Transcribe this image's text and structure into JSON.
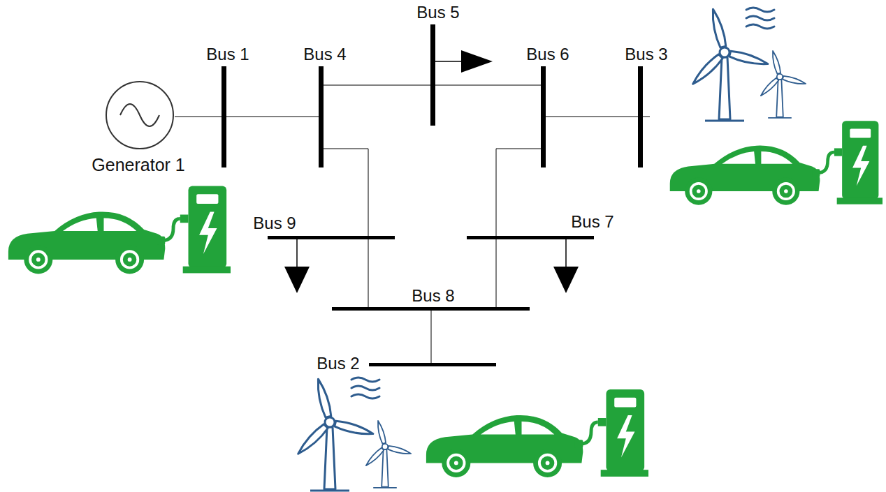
{
  "diagram": {
    "nodes": [
      {
        "text": [
          "Generator 1"
        ]
      },
      {
        "text": [
          "Bus 1"
        ]
      },
      {
        "text": [
          "Bus 4"
        ]
      },
      {
        "text": [
          "Bus 5"
        ]
      },
      {
        "text": [
          "Bus 6"
        ]
      },
      {
        "text": [
          "Bus 3"
        ]
      },
      {
        "text": [
          "Bus 9"
        ]
      },
      {
        "text": [
          "Bus 7"
        ]
      },
      {
        "text": [
          "Bus 8"
        ]
      },
      {
        "text": [
          "Bus 2"
        ]
      }
    ],
    "edges": [
      {
        "from": 0,
        "to": 1,
        "arrow": "none"
      },
      {
        "from": 1,
        "to": 2,
        "arrow": "none"
      },
      {
        "from": 2,
        "to": 3,
        "arrow": "none"
      },
      {
        "from": 3,
        "to": 4,
        "arrow": "none"
      },
      {
        "from": 4,
        "to": 5,
        "arrow": "none"
      },
      {
        "from": 2,
        "to": 6,
        "arrow": "none"
      },
      {
        "from": 6,
        "to": 8,
        "arrow": "none"
      },
      {
        "from": 4,
        "to": 7,
        "arrow": "none"
      },
      {
        "from": 7,
        "to": 8,
        "arrow": "none"
      },
      {
        "from": 8,
        "to": 9,
        "arrow": "none"
      }
    ]
  }
}
